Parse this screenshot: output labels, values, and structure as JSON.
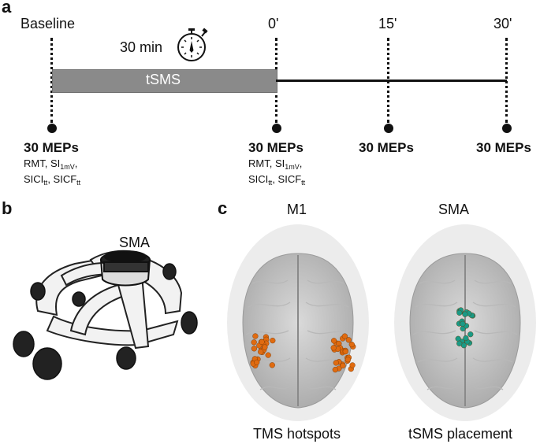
{
  "panels": {
    "a": "a",
    "b": "b",
    "c": "c"
  },
  "timeline": {
    "baseline": "Baseline",
    "duration": "30 min",
    "bar_label": "tSMS",
    "timepoints": [
      "0'",
      "15'",
      "30'"
    ],
    "mep": "30 MEPs",
    "measures": {
      "rmt": "RMT, SI",
      "si_sub": "1mV",
      "comma": ",",
      "sici": "SICI",
      "sici_sub": "tt",
      "sep": ", SICF",
      "sicf_sub": "tt"
    }
  },
  "helmet": {
    "label": "SMA"
  },
  "brains": {
    "left_title": "M1",
    "right_title": "SMA",
    "left_caption": "TMS hotspots",
    "right_caption": "tSMS placement"
  },
  "colors": {
    "tms_dots": "#e06b10",
    "tsms_dots": "#1a9a86",
    "bar": "#8a8a8a"
  }
}
